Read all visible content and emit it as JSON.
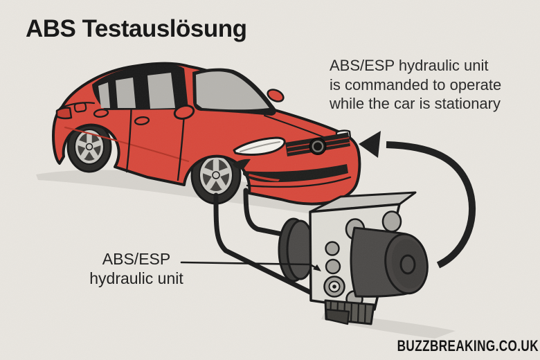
{
  "title": "ABS Testauslösung",
  "callout": {
    "lines": [
      "ABS/ESP hydraulic unit",
      "is commanded to operate",
      "while the car is stationary"
    ]
  },
  "component_label": {
    "lines": [
      "ABS/ESP",
      "hydraulic unit"
    ]
  },
  "watermark": "BUZZBREAKING.CO.UK",
  "colors": {
    "background": "#e9e6e0",
    "car_body": "#d7483b",
    "outline": "#161616",
    "glass": "#b4b2ad",
    "unit_block": "#dedcd5",
    "unit_motor": "#4b4947",
    "ground_shadow": "#d6d3cd",
    "text": "#2b2b2b"
  },
  "illustration": {
    "car": "red-sedan-three-quarter-front-view",
    "component": "abs-esp-hydraulic-unit",
    "arrow": "curved-arrow-unit-to-car",
    "connections": "two-brake-lines-car-to-unit",
    "label_pointer": "thin-line-label-to-unit-port"
  }
}
